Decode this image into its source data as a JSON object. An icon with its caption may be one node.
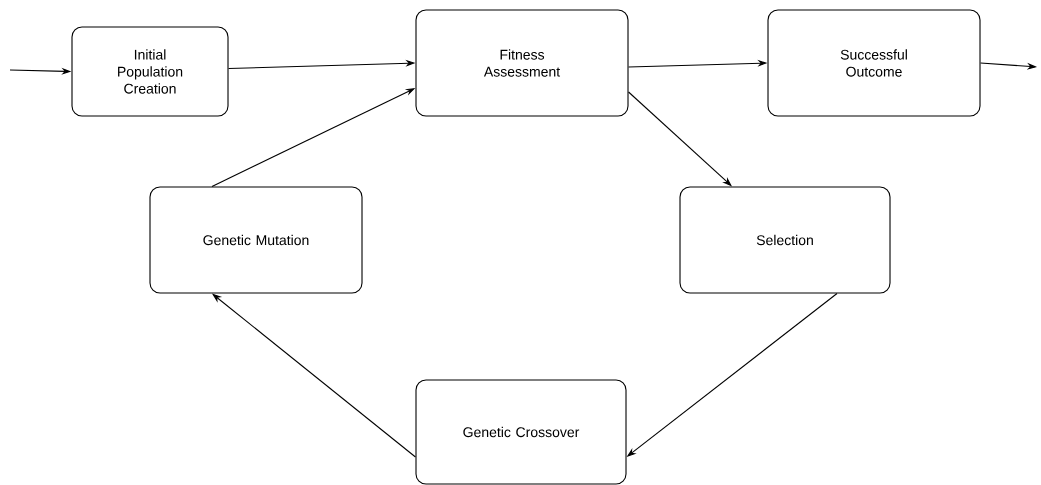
{
  "diagram": {
    "nodes": [
      {
        "text": [
          "Initial Population Creation"
        ]
      },
      {
        "text": [
          "Fitness Assessment"
        ]
      },
      {
        "text": [
          "Successful Outcome"
        ]
      },
      {
        "text": [
          "Genetic Mutation"
        ]
      },
      {
        "text": [
          "Selection"
        ]
      },
      {
        "text": [
          "Genetic Crossover"
        ]
      }
    ],
    "edges": [
      {
        "from": null,
        "to": 0,
        "arrow": "to"
      },
      {
        "from": 0,
        "to": 1,
        "arrow": "to"
      },
      {
        "from": 1,
        "to": 2,
        "arrow": "to"
      },
      {
        "from": 2,
        "to": null,
        "arrow": "to"
      },
      {
        "from": 1,
        "to": 4,
        "arrow": "to"
      },
      {
        "from": 4,
        "to": 5,
        "arrow": "to"
      },
      {
        "from": 5,
        "to": 3,
        "arrow": "to"
      },
      {
        "from": 3,
        "to": 1,
        "arrow": "to"
      }
    ]
  }
}
